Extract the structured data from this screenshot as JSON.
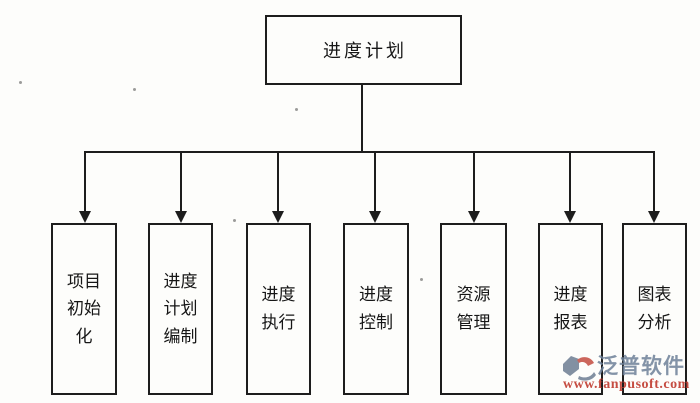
{
  "diagram": {
    "type": "hierarchy-flowchart",
    "root": {
      "label": "进度计划"
    },
    "children": [
      {
        "label": "项目初始化"
      },
      {
        "label": "进度计划编制"
      },
      {
        "label": "进度执行"
      },
      {
        "label": "进度控制"
      },
      {
        "label": "资源管理"
      },
      {
        "label": "进度报表"
      },
      {
        "label": "图表分析"
      }
    ]
  },
  "watermark": {
    "brand": "泛普软件",
    "url": "www.fanpusoft.com",
    "brand_color": "#6e8199",
    "url_color": "#c03a2e",
    "logo_slate_color": "#68798f",
    "logo_red_color": "#c2453a"
  },
  "colors": {
    "background": "#fdfdfb",
    "line": "#1d1d1d",
    "text": "#161616"
  }
}
